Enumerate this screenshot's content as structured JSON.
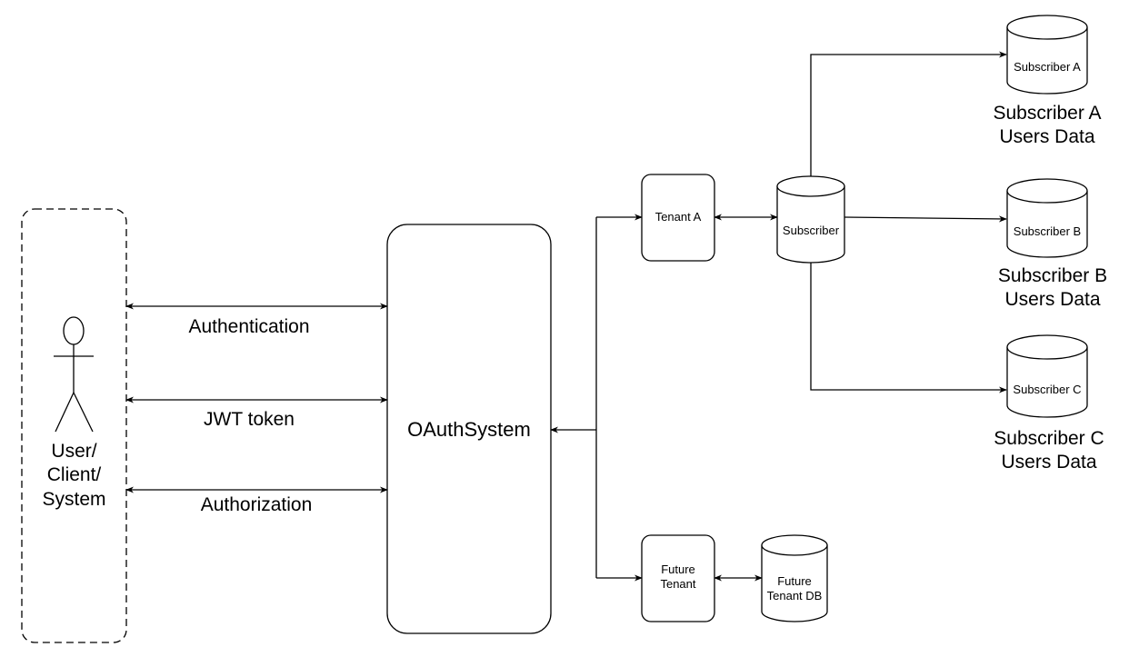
{
  "actor": {
    "lines": [
      "User/",
      "Client/",
      "System"
    ]
  },
  "oauth": {
    "label": "OAuthSystem"
  },
  "flows": {
    "authentication": "Authentication",
    "jwt": "JWT token",
    "authorization": "Authorization"
  },
  "tenant_a": {
    "label": "Tenant A"
  },
  "future_tenant": {
    "lines": [
      "Future",
      "Tenant"
    ]
  },
  "subscriber": {
    "label": "Subscriber"
  },
  "future_db": {
    "lines": [
      "Future",
      "Tenant DB"
    ]
  },
  "subscriber_a": {
    "db_label": "Subscriber A",
    "caption": [
      "Subscriber A",
      "Users Data"
    ]
  },
  "subscriber_b": {
    "db_label": "Subscriber B",
    "caption": [
      "Subscriber B",
      "Users Data"
    ]
  },
  "subscriber_c": {
    "db_label": "Subscriber C",
    "caption": [
      "Subscriber C",
      "Users Data"
    ]
  }
}
